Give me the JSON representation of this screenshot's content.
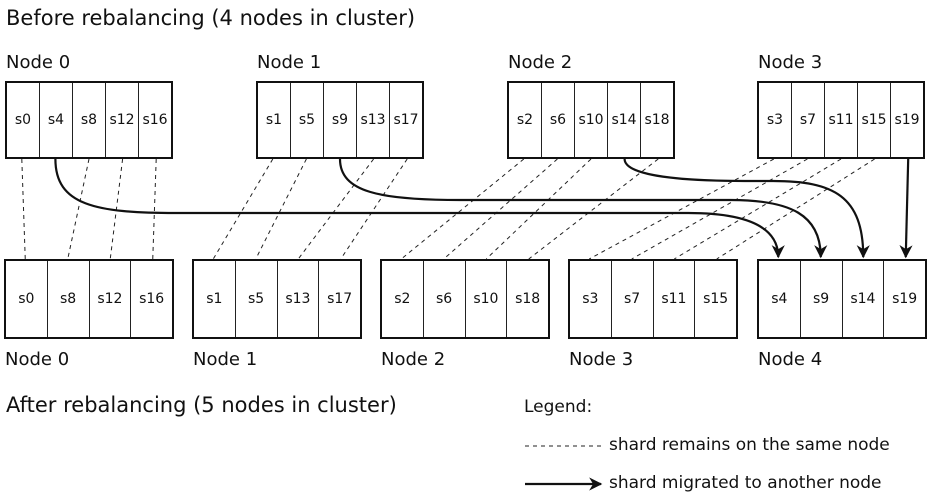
{
  "title_before": "Before rebalancing (4 nodes in cluster)",
  "title_after": "After rebalancing (5 nodes in cluster)",
  "before_nodes": [
    {
      "label": "Node 0",
      "shards": [
        "s0",
        "s4",
        "s8",
        "s12",
        "s16"
      ]
    },
    {
      "label": "Node 1",
      "shards": [
        "s1",
        "s5",
        "s9",
        "s13",
        "s17"
      ]
    },
    {
      "label": "Node 2",
      "shards": [
        "s2",
        "s6",
        "s10",
        "s14",
        "s18"
      ]
    },
    {
      "label": "Node 3",
      "shards": [
        "s3",
        "s7",
        "s11",
        "s15",
        "s19"
      ]
    }
  ],
  "after_nodes": [
    {
      "label": "Node 0",
      "shards": [
        "s0",
        "s8",
        "s12",
        "s16"
      ]
    },
    {
      "label": "Node 1",
      "shards": [
        "s1",
        "s5",
        "s13",
        "s17"
      ]
    },
    {
      "label": "Node 2",
      "shards": [
        "s2",
        "s6",
        "s10",
        "s18"
      ]
    },
    {
      "label": "Node 3",
      "shards": [
        "s3",
        "s7",
        "s11",
        "s15"
      ]
    },
    {
      "label": "Node 4",
      "shards": [
        "s4",
        "s9",
        "s14",
        "s19"
      ]
    }
  ],
  "migrated_shards": [
    "s4",
    "s9",
    "s14",
    "s19"
  ],
  "legend": {
    "title": "Legend:",
    "dashed": "shard remains on the same node",
    "arrow": "shard migrated to another node"
  }
}
